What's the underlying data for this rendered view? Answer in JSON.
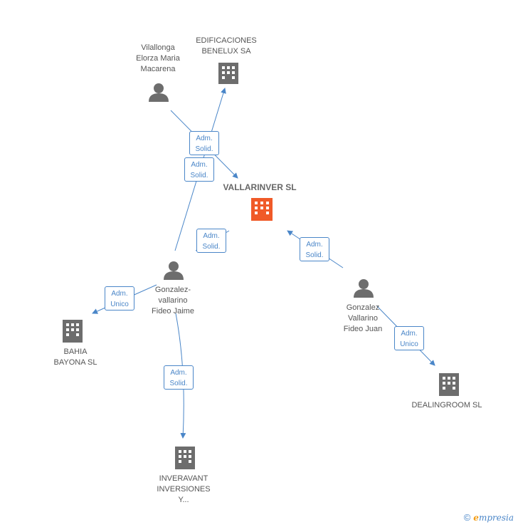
{
  "nodes": {
    "vallarinver": "VALLARINVER SL",
    "edificaciones_line1": "EDIFICACIONES",
    "edificaciones_line2": "BENELUX SA",
    "vilallonga_line1": "Vilallonga",
    "vilallonga_line2": "Elorza Maria",
    "vilallonga_line3": "Macarena",
    "jaime_line1": "Gonzalez-",
    "jaime_line2": "vallarino",
    "jaime_line3": "Fideo Jaime",
    "juan_line1": "Gonzalez",
    "juan_line2": "Vallarino",
    "juan_line3": "Fideo Juan",
    "bahia_line1": "BAHIA",
    "bahia_line2": "BAYONA SL",
    "dealingroom": "DEALINGROOM SL",
    "inveravant_line1": "INVERAVANT",
    "inveravant_line2": "INVERSIONES",
    "inveravant_line3": "Y..."
  },
  "edges": {
    "e1": [
      "Adm.",
      "Solid."
    ],
    "e2": [
      "Adm.",
      "Solid."
    ],
    "e3": [
      "Adm.",
      "Solid."
    ],
    "e4": [
      "Adm.",
      "Solid."
    ],
    "e5": [
      "Adm.",
      "Unico"
    ],
    "e6": [
      "Adm.",
      "Solid."
    ],
    "e7": [
      "Adm.",
      "Unico"
    ]
  },
  "footer": {
    "copyright": "©",
    "brand_first": "e",
    "brand_rest": "mpresia"
  },
  "colors": {
    "edge": "#4a86c8",
    "company": "#6d6d6d",
    "center_company": "#f05a28",
    "person": "#6d6d6d"
  }
}
